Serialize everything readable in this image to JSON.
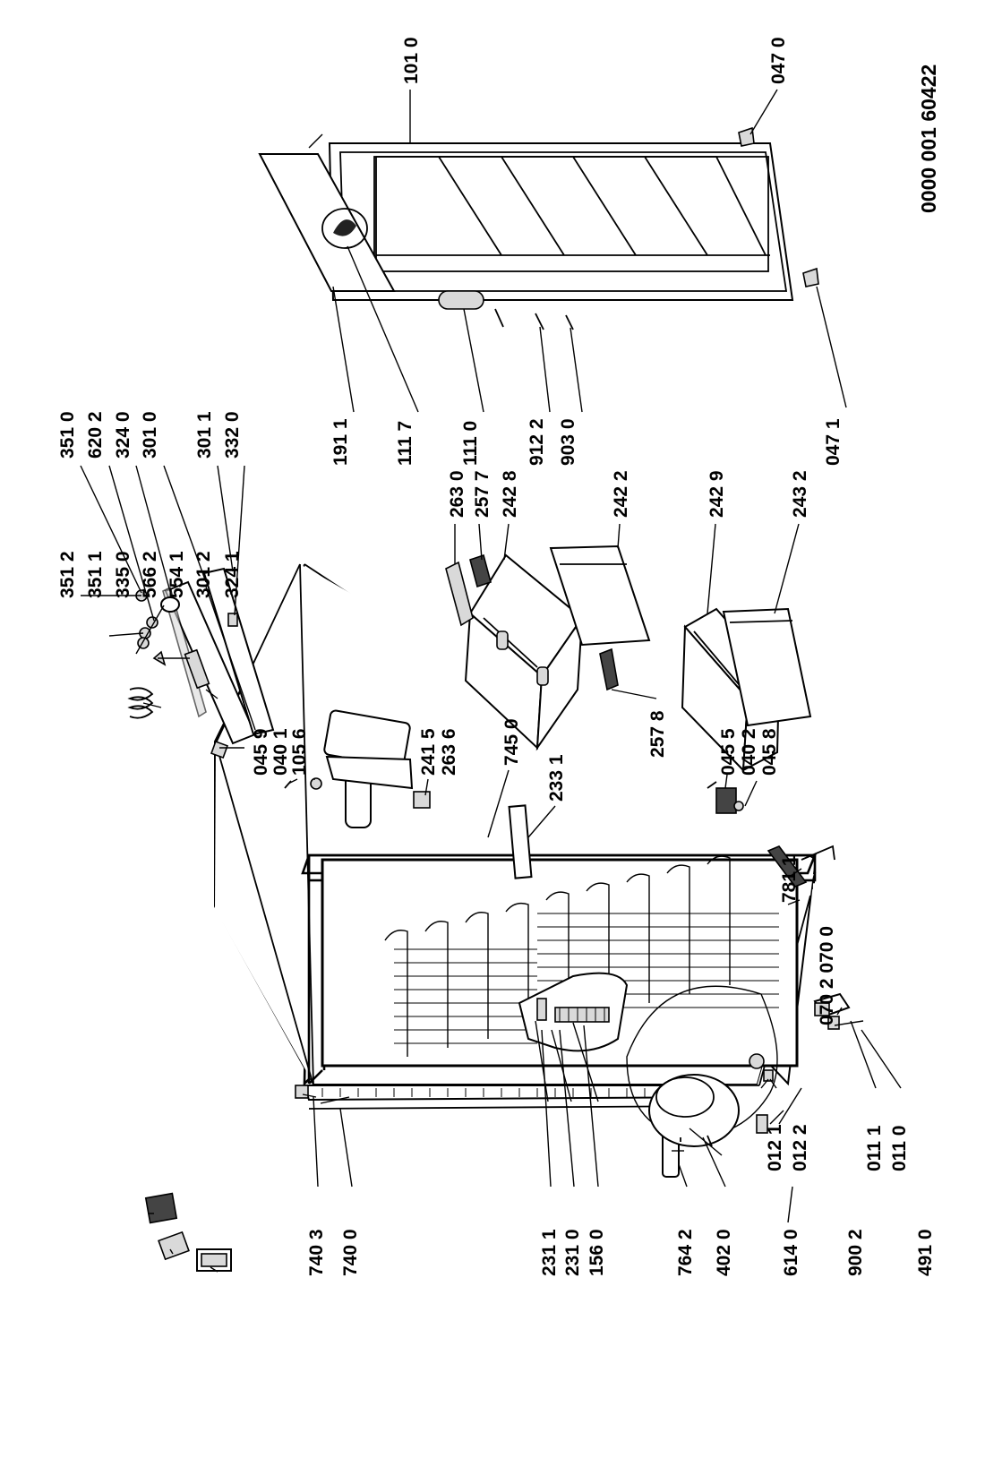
{
  "document_code": "0000 001 60422",
  "labels": [
    {
      "id": "l-351-2",
      "text": "351 2"
    },
    {
      "id": "l-351-1",
      "text": "351 1"
    },
    {
      "id": "l-335-0",
      "text": "335 0"
    },
    {
      "id": "l-566-2",
      "text": "566 2"
    },
    {
      "id": "l-554-1",
      "text": "554 1"
    },
    {
      "id": "l-301-2",
      "text": "301 2"
    },
    {
      "id": "l-324-1",
      "text": "324 1"
    },
    {
      "id": "l-351-0",
      "text": "351 0"
    },
    {
      "id": "l-620-2",
      "text": "620 2"
    },
    {
      "id": "l-324-0",
      "text": "324 0"
    },
    {
      "id": "l-301-0",
      "text": "301 0"
    },
    {
      "id": "l-301-1",
      "text": "301 1"
    },
    {
      "id": "l-332-0",
      "text": "332 0"
    },
    {
      "id": "l-191-1",
      "text": "191 1"
    },
    {
      "id": "l-111-7",
      "text": "111 7"
    },
    {
      "id": "l-111-0",
      "text": "111 0"
    },
    {
      "id": "l-912-2",
      "text": "912 2"
    },
    {
      "id": "l-903-0",
      "text": "903 0"
    },
    {
      "id": "l-047-1",
      "text": "047 1"
    },
    {
      "id": "l-101-0",
      "text": "101 0"
    },
    {
      "id": "l-047-0",
      "text": "047 0"
    },
    {
      "id": "l-263-0",
      "text": "263 0"
    },
    {
      "id": "l-257-7",
      "text": "257 7"
    },
    {
      "id": "l-242-8",
      "text": "242 8"
    },
    {
      "id": "l-242-2",
      "text": "242 2"
    },
    {
      "id": "l-257-8",
      "text": "257 8"
    },
    {
      "id": "l-242-9",
      "text": "242 9"
    },
    {
      "id": "l-243-2",
      "text": "243 2"
    },
    {
      "id": "l-045-9",
      "text": "045 9"
    },
    {
      "id": "l-040-1",
      "text": "040 1"
    },
    {
      "id": "l-105-6",
      "text": "105 6"
    },
    {
      "id": "l-241-5",
      "text": "241 5"
    },
    {
      "id": "l-263-6",
      "text": "263 6"
    },
    {
      "id": "l-745-0",
      "text": "745 0"
    },
    {
      "id": "l-233-1",
      "text": "233 1"
    },
    {
      "id": "l-045-5",
      "text": "045 5"
    },
    {
      "id": "l-040-2",
      "text": "040 2"
    },
    {
      "id": "l-045-8",
      "text": "045 8"
    },
    {
      "id": "l-781-1",
      "text": "781 1"
    },
    {
      "id": "l-070-0",
      "text": "070 2 070 0"
    },
    {
      "id": "l-740-3",
      "text": "740 3"
    },
    {
      "id": "l-740-0",
      "text": "740 0"
    },
    {
      "id": "l-231-1",
      "text": "231 1"
    },
    {
      "id": "l-231-0",
      "text": "231 0"
    },
    {
      "id": "l-156-0",
      "text": "156 0"
    },
    {
      "id": "l-764-2",
      "text": "764 2"
    },
    {
      "id": "l-402-0",
      "text": "402 0"
    },
    {
      "id": "l-614-0",
      "text": "614 0"
    },
    {
      "id": "l-900-2",
      "text": "900 2"
    },
    {
      "id": "l-491-0",
      "text": "491 0"
    },
    {
      "id": "l-012-1",
      "text": "012 1"
    },
    {
      "id": "l-012-2",
      "text": "012 2"
    },
    {
      "id": "l-011-1",
      "text": "011 1"
    },
    {
      "id": "l-011-0",
      "text": "011 0"
    }
  ]
}
